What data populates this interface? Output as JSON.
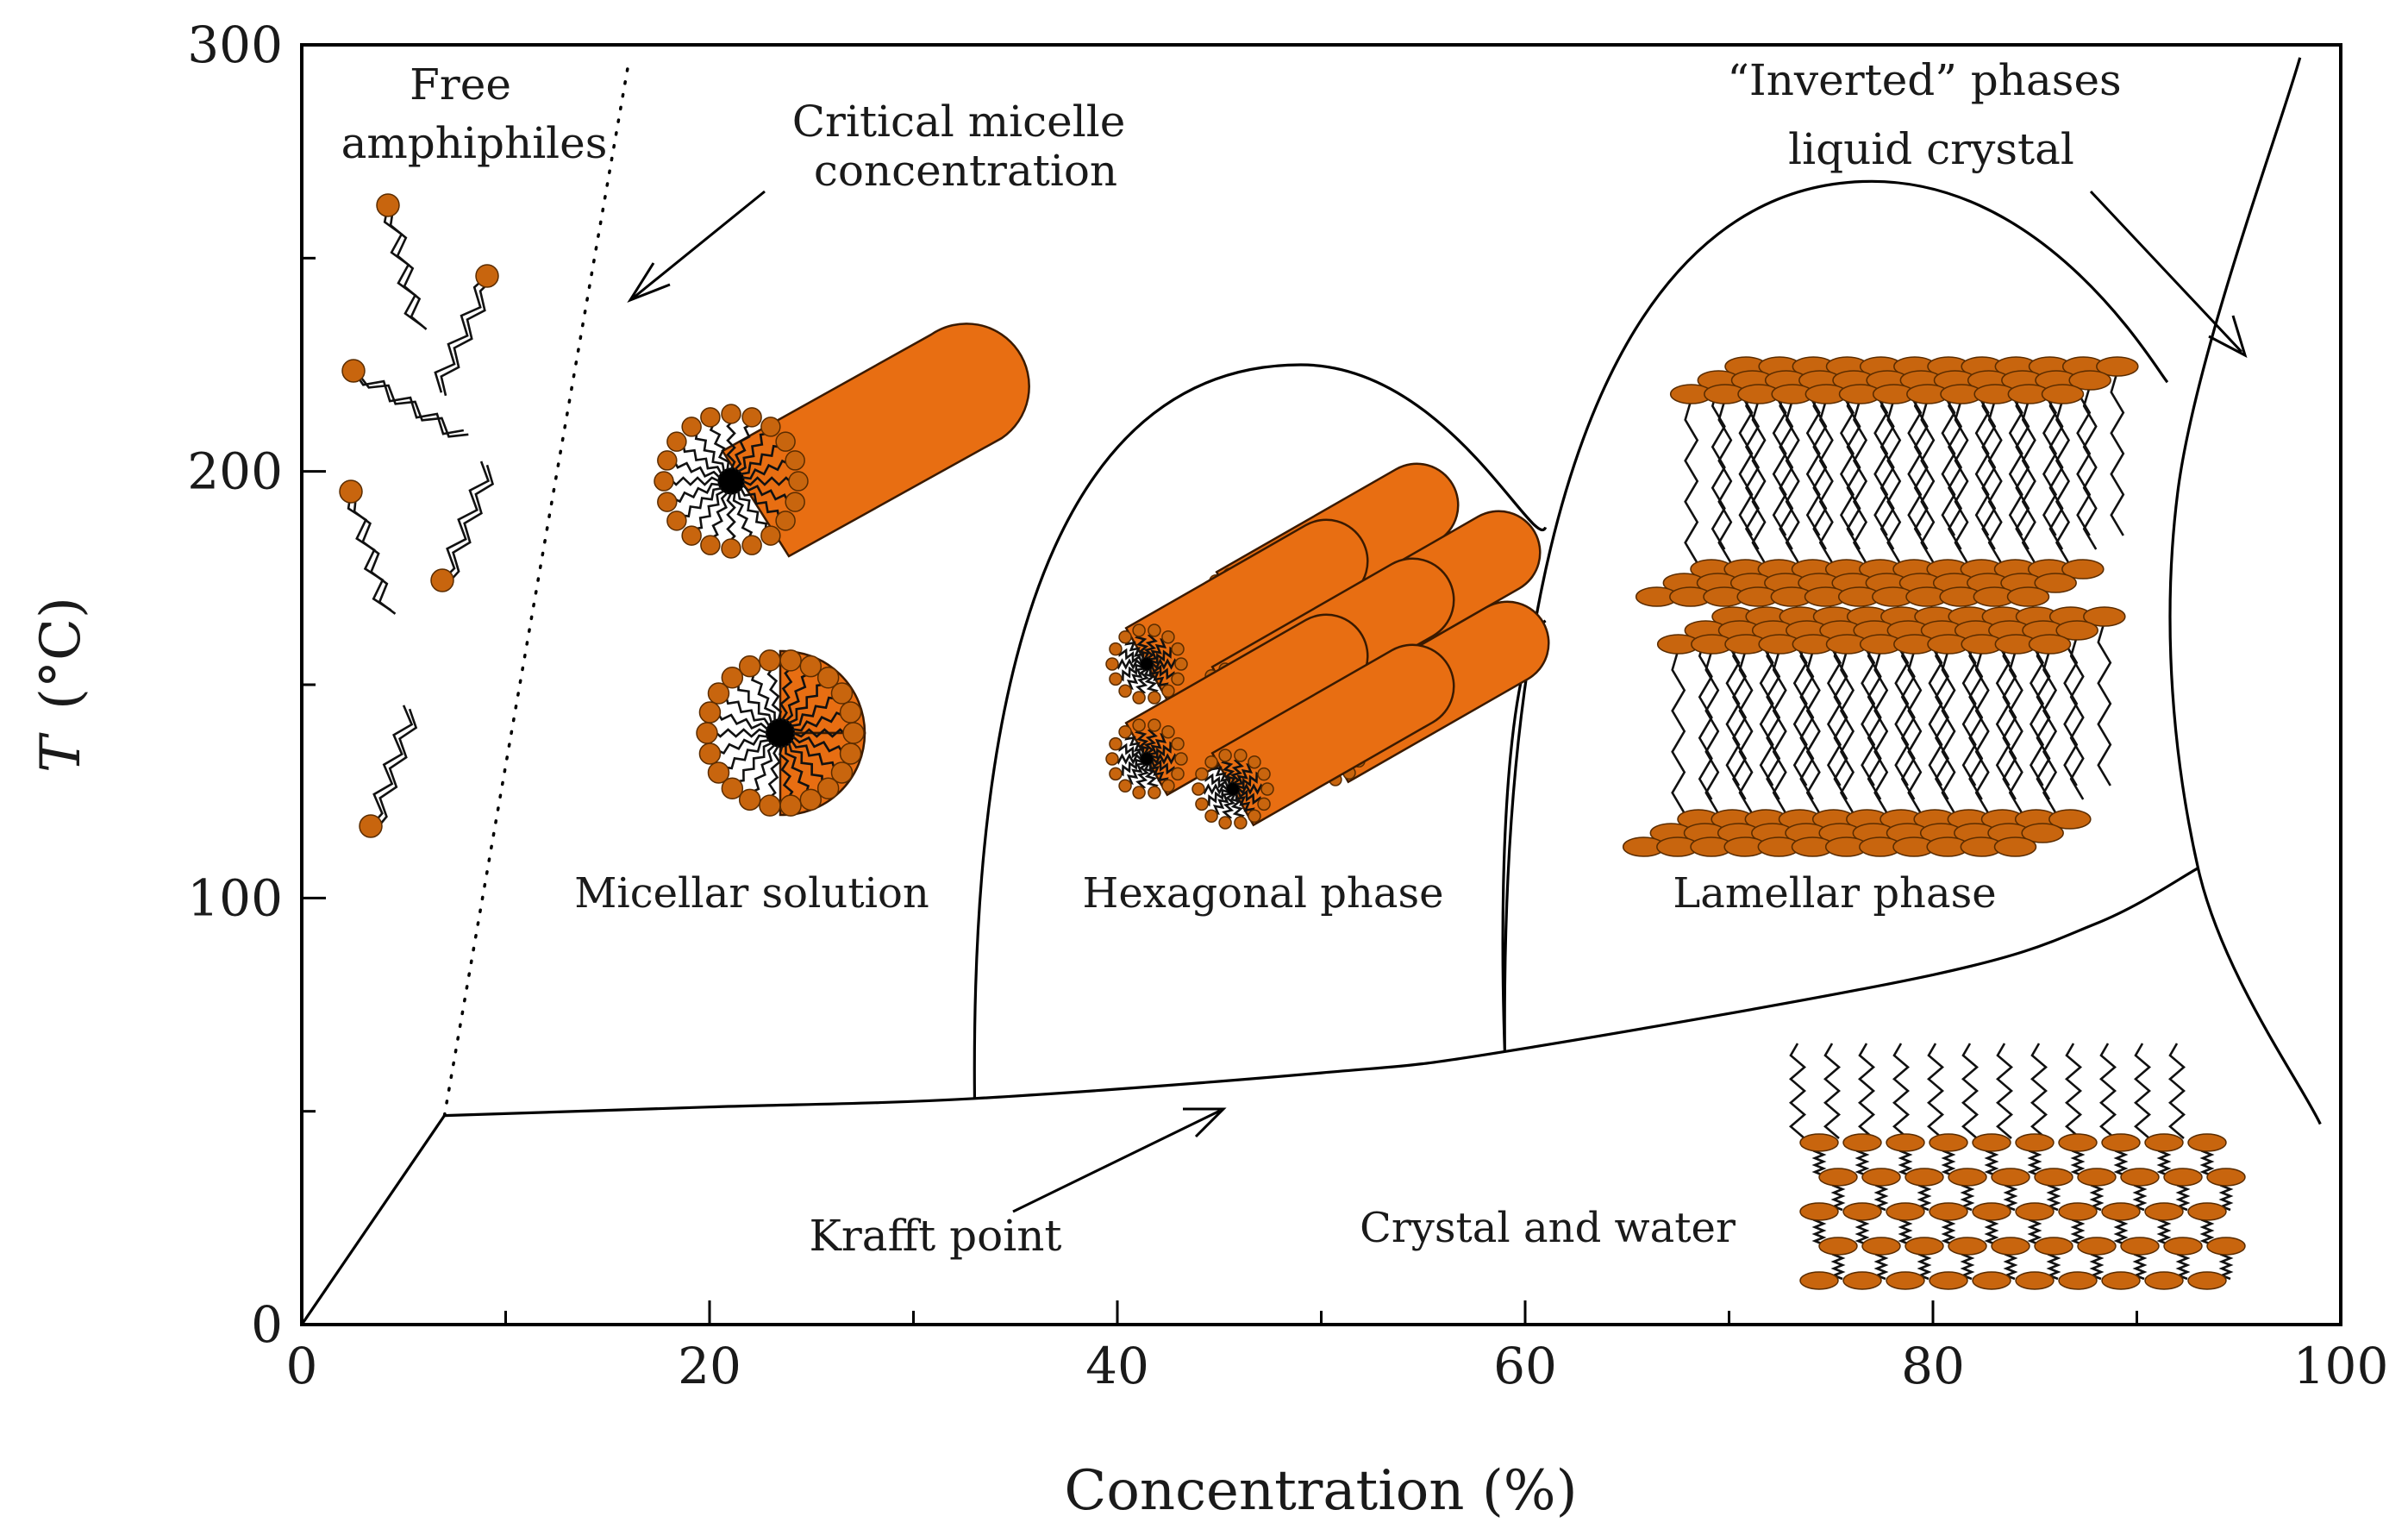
{
  "chart_data": {
    "type": "diagram",
    "xlabel": "Concentration (%)",
    "ylabel_italic": "T",
    "ylabel_unit": "(°C)",
    "xlim": [
      0,
      100
    ],
    "ylim": [
      0,
      300
    ],
    "x_ticks": [
      "0",
      "20",
      "40",
      "60",
      "80",
      "100"
    ],
    "y_ticks": [
      "0",
      "100",
      "200",
      "300"
    ],
    "regions": [
      {
        "label": "Micellar solution"
      },
      {
        "label": "Hexagonal phase"
      },
      {
        "label": "Lamellar phase"
      },
      {
        "label": "Crystal and water"
      }
    ],
    "annotations": {
      "free_amphiphiles": [
        "Free",
        "amphiphiles"
      ],
      "cmc": [
        "Critical micelle",
        "concentration"
      ],
      "inverted": [
        "“Inverted” phases",
        "liquid crystal"
      ],
      "krafft": "Krafft point"
    },
    "boundaries": {
      "krafft_curve": [
        [
          7,
          49
        ],
        [
          20,
          51
        ],
        [
          33,
          53
        ],
        [
          50,
          59
        ],
        [
          59,
          64
        ],
        [
          80,
          82
        ],
        [
          88,
          94
        ],
        [
          93,
          107
        ]
      ],
      "cmc_line": [
        [
          7,
          49
        ],
        [
          16,
          295
        ]
      ],
      "hexagonal_dome": {
        "x_left": 33,
        "x_right": 61,
        "peak_x": 49,
        "peak_t": 225
      },
      "lamellar_dome": {
        "x_left": 59,
        "x_right": 92,
        "peak_x": 77,
        "peak_t": 268
      },
      "inverted_curve": [
        [
          98,
          297
        ],
        [
          92,
          195
        ],
        [
          93,
          107
        ],
        [
          99,
          47
        ]
      ]
    },
    "colors": {
      "structure_fill": "#e86e12",
      "head_group": "#c8650e",
      "line": "#000000"
    }
  }
}
